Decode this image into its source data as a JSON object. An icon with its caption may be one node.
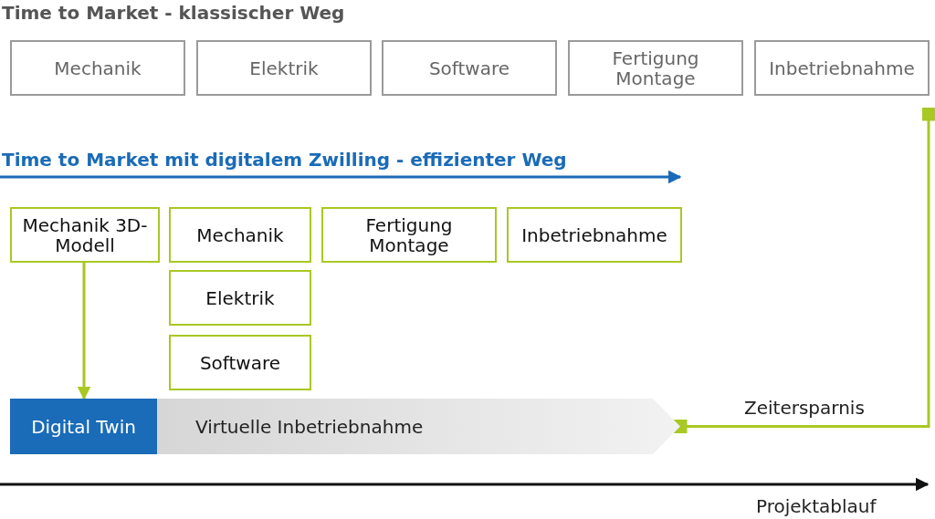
{
  "diagram": {
    "title": "Time to Market - klassischer Weg",
    "nodes": [
      {
        "text": [
          "Mechanik"
        ]
      },
      {
        "text": [
          "Elektrik"
        ]
      },
      {
        "text": [
          "Software"
        ]
      },
      {
        "text": [
          "Fertigung Montage"
        ]
      },
      {
        "text": [
          "Inbetriebnahme"
        ]
      },
      {
        "text": [
          "Mechanik 3D-Modell"
        ]
      },
      {
        "text": [
          "Mechanik"
        ]
      },
      {
        "text": [
          "Fertigung Montage"
        ]
      },
      {
        "text": [
          "Inbetriebnahme"
        ]
      },
      {
        "text": [
          "Elektrik"
        ]
      },
      {
        "text": [
          "Software"
        ]
      },
      {
        "text": [
          "Digital Twin"
        ]
      },
      {
        "text": [
          "Virtuelle Inbetriebnahme"
        ]
      }
    ],
    "edges": [
      {
        "from": 5,
        "to": 11,
        "arrow": "to"
      },
      {
        "from": 12,
        "to": 4,
        "arrow": "other",
        "label": "Zeitersparnis"
      }
    ],
    "labels": [
      "Time to Market mit digitalem Zwilling - effizienter Weg",
      "Projektablauf"
    ]
  }
}
